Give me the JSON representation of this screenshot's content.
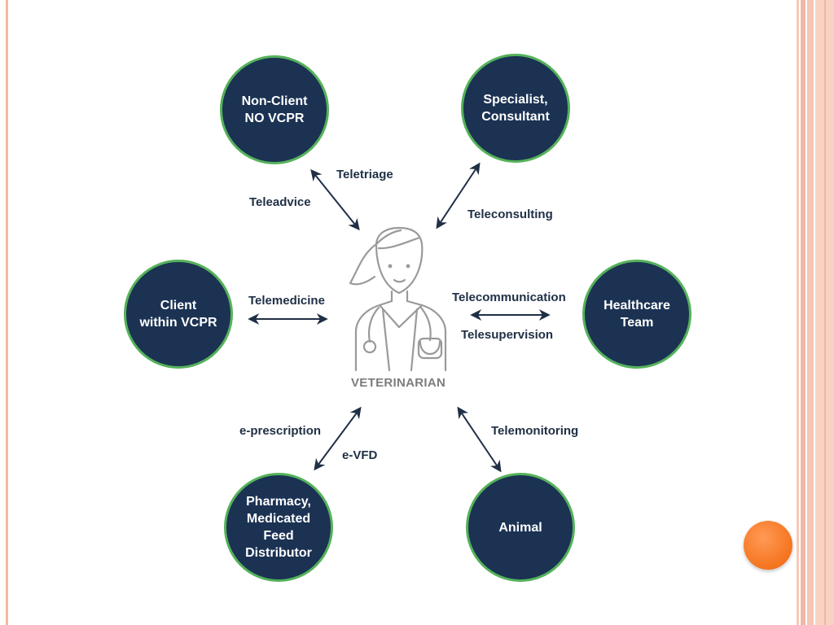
{
  "diagram": {
    "center_label": "VETERINARIAN",
    "nodes": {
      "non_client": "Non-Client\nNO VCPR",
      "specialist": "Specialist,\nConsultant",
      "client": "Client\nwithin VCPR",
      "healthcare": "Healthcare\nTeam",
      "pharmacy": "Pharmacy,\nMedicated\nFeed\nDistributor",
      "animal": "Animal"
    },
    "links": {
      "teletriage": "Teletriage",
      "teleadvice": "Teleadvice",
      "teleconsulting": "Teleconsulting",
      "telemedicine": "Telemedicine",
      "telecommunication": "Telecommunication",
      "telesupervision": "Telesupervision",
      "eprescription": "e-prescription",
      "evfd": "e-VFD",
      "telemonitoring": "Telemonitoring"
    },
    "colors": {
      "node_fill": "#1b3253",
      "node_border": "#55b25a",
      "arrow": "#1f2f45",
      "icon": "#9a9a9a",
      "accent_dot": "#f5741e"
    }
  }
}
